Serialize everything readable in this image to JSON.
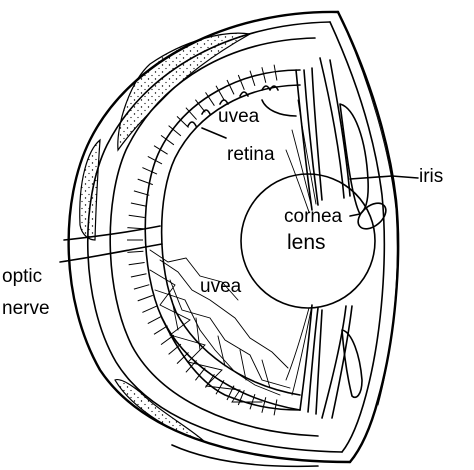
{
  "diagram": {
    "labels": {
      "uvea_top": "uvea",
      "retina": "retina",
      "iris": "iris",
      "cornea": "cornea",
      "lens": "lens",
      "optic_line1": "optic",
      "optic_line2": "nerve",
      "uvea_bottom": "uvea"
    },
    "colors": {
      "ink": "#000000",
      "background": "#ffffff"
    }
  }
}
